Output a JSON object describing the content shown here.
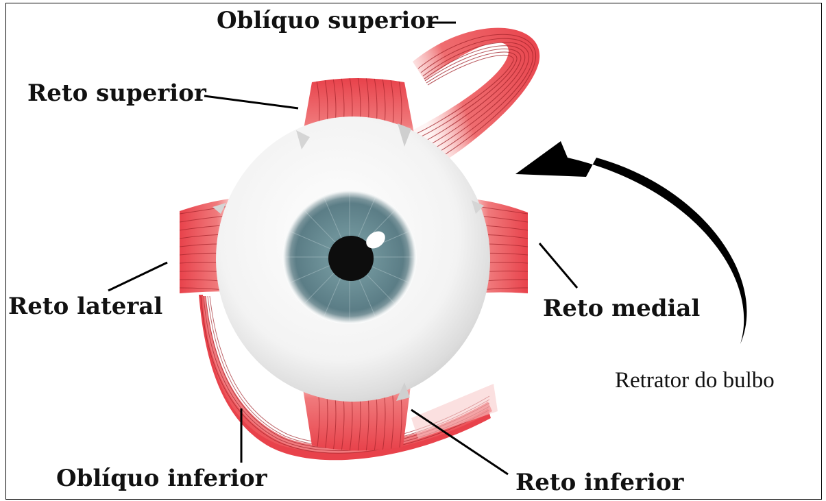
{
  "labels": {
    "obliquo_superior": "Oblíquo superior",
    "reto_superior": "Reto superior",
    "reto_lateral": "Reto lateral",
    "reto_medial": "Reto medial",
    "retrator_do_bulbo": "Retrator do bulbo",
    "obliquo_inferior": "Oblíquo inferior",
    "reto_inferior": "Reto inferior"
  },
  "colors": {
    "muscle": "#e9484f",
    "muscle_light": "#f6a7a6",
    "muscle_line": "#a3242b",
    "sclera": "#f4f4f4",
    "iris": "#5f7f87",
    "pupil": "#0d0d0d",
    "ink": "#000000"
  },
  "icons": {
    "arrow": "curved-arrow-icon"
  }
}
